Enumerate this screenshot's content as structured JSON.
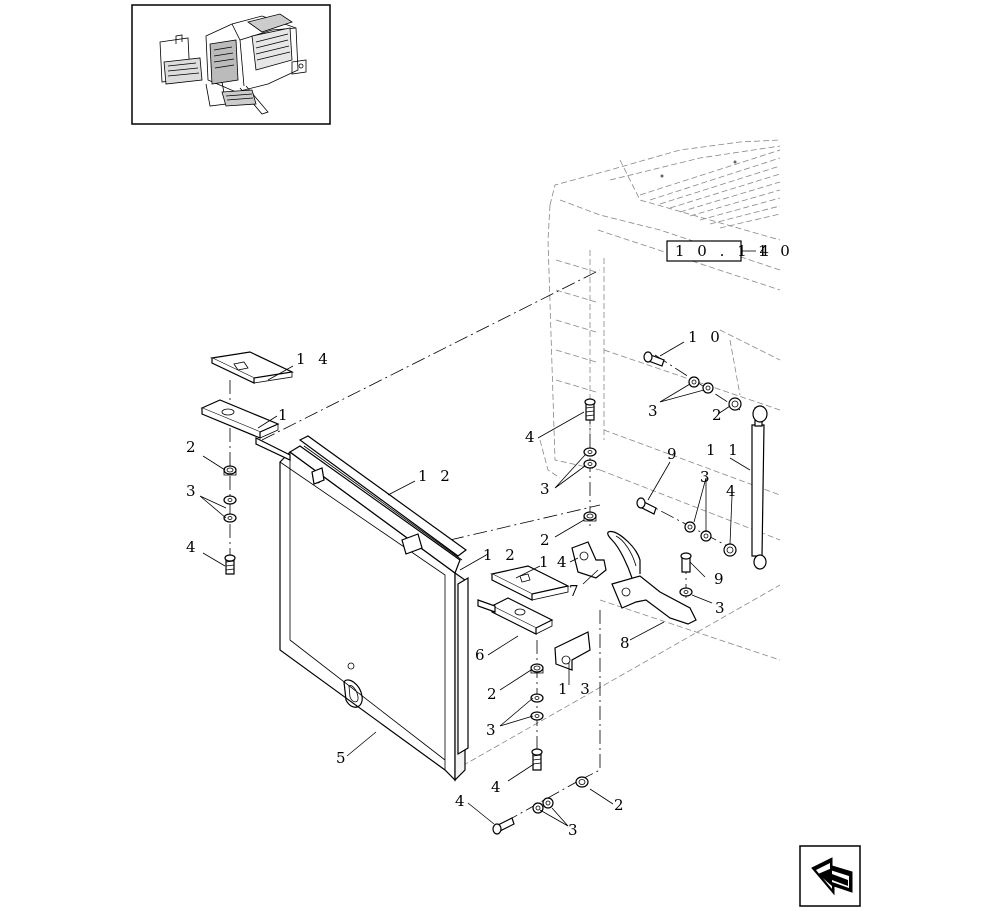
{
  "reference_box": {
    "label": "1 0 . 1 4",
    "suffix": "1 0"
  },
  "callouts": [
    "1 4",
    "1",
    "2",
    "3",
    "4",
    "1 2",
    "1 2",
    "1",
    "6",
    "2",
    "3",
    "4",
    "5",
    "1 3",
    "4",
    "7",
    "8",
    "2",
    "4",
    "3",
    "4",
    "3",
    "2",
    "9",
    "3",
    "4",
    "1 1",
    "9",
    "3",
    "1 0",
    "3",
    "2"
  ],
  "nav": {
    "icon": "next-page-arrow"
  }
}
